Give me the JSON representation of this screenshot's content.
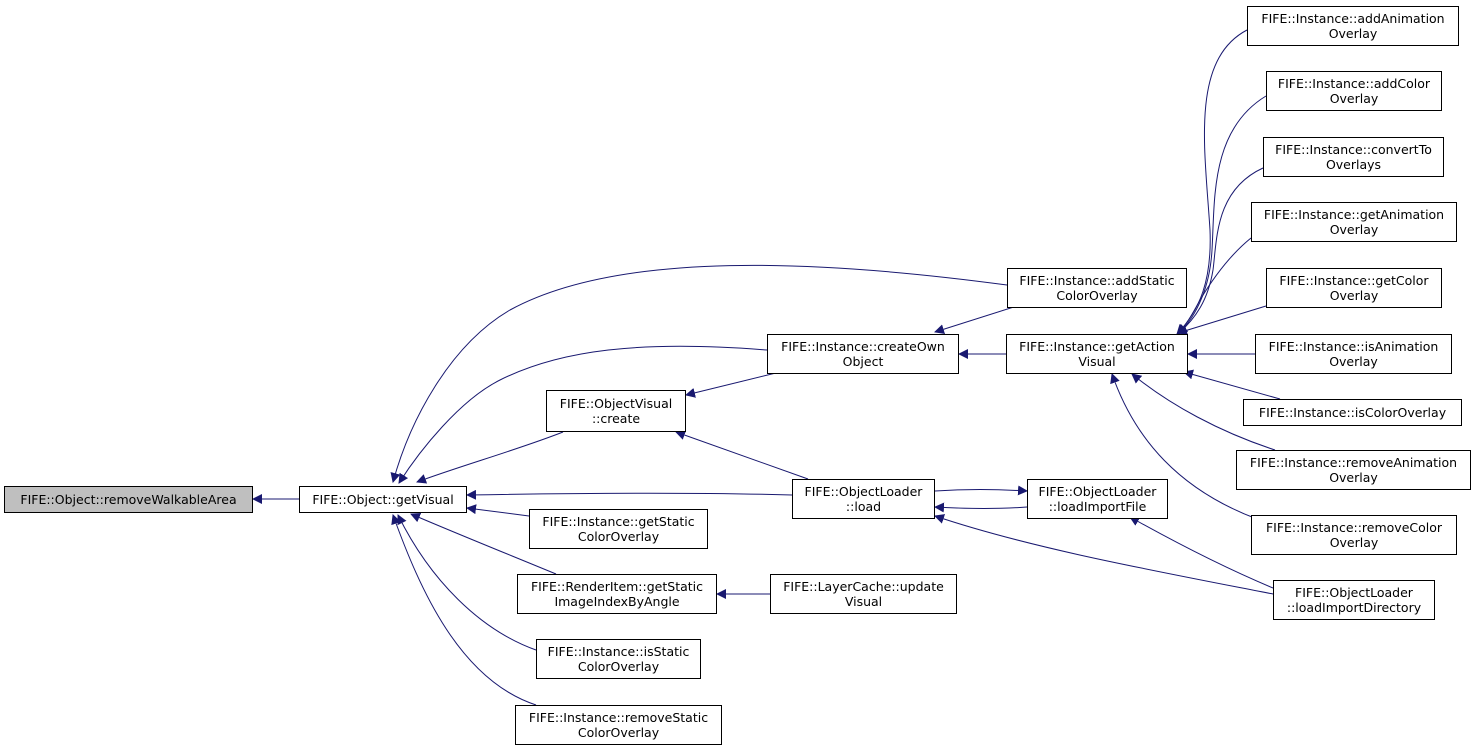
{
  "colors": {
    "edge": "#191970",
    "root_fill": "#bfbfbf",
    "node_fill": "#ffffff",
    "border": "#000000"
  },
  "nodes": {
    "removeWalkableArea": {
      "lines": [
        "FIFE::Object::removeWalkableArea"
      ]
    },
    "getVisual": {
      "lines": [
        "FIFE::Object::getVisual"
      ]
    },
    "ovCreate": {
      "lines": [
        "FIFE::ObjectVisual",
        "::create"
      ]
    },
    "createOwnObject": {
      "lines": [
        "FIFE::Instance::createOwn",
        "Object"
      ]
    },
    "olLoad": {
      "lines": [
        "FIFE::ObjectLoader",
        "::load"
      ]
    },
    "instGetStatic": {
      "lines": [
        "FIFE::Instance::getStatic",
        "ColorOverlay"
      ]
    },
    "riGetStatic": {
      "lines": [
        "FIFE::RenderItem::getStatic",
        "ImageIndexByAngle"
      ]
    },
    "instIsStatic": {
      "lines": [
        "FIFE::Instance::isStatic",
        "ColorOverlay"
      ]
    },
    "instRemoveStatic": {
      "lines": [
        "FIFE::Instance::removeStatic",
        "ColorOverlay"
      ]
    },
    "addStatic": {
      "lines": [
        "FIFE::Instance::addStatic",
        "ColorOverlay"
      ]
    },
    "getActionVisual": {
      "lines": [
        "FIFE::Instance::getAction",
        "Visual"
      ]
    },
    "loadImportFile": {
      "lines": [
        "FIFE::ObjectLoader",
        "::loadImportFile"
      ]
    },
    "lcUpdate": {
      "lines": [
        "FIFE::LayerCache::update",
        "Visual"
      ]
    },
    "addAnim": {
      "lines": [
        "FIFE::Instance::addAnimation",
        "Overlay"
      ]
    },
    "addColor": {
      "lines": [
        "FIFE::Instance::addColor",
        "Overlay"
      ]
    },
    "convertTo": {
      "lines": [
        "FIFE::Instance::convertTo",
        "Overlays"
      ]
    },
    "getAnim": {
      "lines": [
        "FIFE::Instance::getAnimation",
        "Overlay"
      ]
    },
    "getColor": {
      "lines": [
        "FIFE::Instance::getColor",
        "Overlay"
      ]
    },
    "isAnim": {
      "lines": [
        "FIFE::Instance::isAnimation",
        "Overlay"
      ]
    },
    "isColor": {
      "lines": [
        "FIFE::Instance::isColorOverlay"
      ]
    },
    "removeAnim": {
      "lines": [
        "FIFE::Instance::removeAnimation",
        "Overlay"
      ]
    },
    "removeColor": {
      "lines": [
        "FIFE::Instance::removeColor",
        "Overlay"
      ]
    },
    "loadImportDir": {
      "lines": [
        "FIFE::ObjectLoader",
        "::loadImportDirectory"
      ]
    }
  },
  "edges": [
    {
      "from": "getVisual",
      "to": "removeWalkableArea"
    },
    {
      "from": "ovCreate",
      "to": "getVisual"
    },
    {
      "from": "createOwnObject",
      "to": "getVisual"
    },
    {
      "from": "addStatic",
      "to": "getVisual"
    },
    {
      "from": "olLoad",
      "to": "getVisual"
    },
    {
      "from": "instGetStatic",
      "to": "getVisual"
    },
    {
      "from": "riGetStatic",
      "to": "getVisual"
    },
    {
      "from": "instIsStatic",
      "to": "getVisual"
    },
    {
      "from": "instRemoveStatic",
      "to": "getVisual"
    },
    {
      "from": "createOwnObject",
      "to": "ovCreate"
    },
    {
      "from": "olLoad",
      "to": "ovCreate"
    },
    {
      "from": "getActionVisual",
      "to": "createOwnObject"
    },
    {
      "from": "addStatic",
      "to": "createOwnObject"
    },
    {
      "from": "loadImportFile",
      "to": "olLoad"
    },
    {
      "from": "olLoad",
      "to": "loadImportFile"
    },
    {
      "from": "loadImportDir",
      "to": "loadImportFile"
    },
    {
      "from": "loadImportDir",
      "to": "olLoad"
    },
    {
      "from": "lcUpdate",
      "to": "riGetStatic"
    },
    {
      "from": "addAnim",
      "to": "getActionVisual"
    },
    {
      "from": "addColor",
      "to": "getActionVisual"
    },
    {
      "from": "convertTo",
      "to": "getActionVisual"
    },
    {
      "from": "getAnim",
      "to": "getActionVisual"
    },
    {
      "from": "getColor",
      "to": "getActionVisual"
    },
    {
      "from": "isAnim",
      "to": "getActionVisual"
    },
    {
      "from": "isColor",
      "to": "getActionVisual"
    },
    {
      "from": "removeAnim",
      "to": "getActionVisual"
    },
    {
      "from": "removeColor",
      "to": "getActionVisual"
    }
  ]
}
